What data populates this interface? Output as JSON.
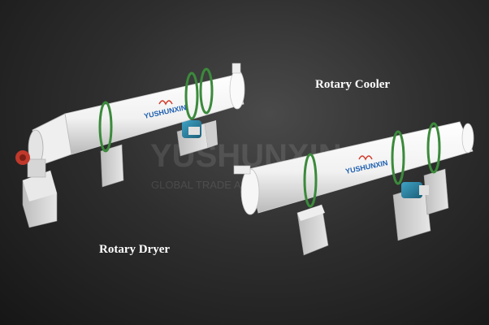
{
  "labels": {
    "cooler": "Rotary Cooler",
    "dryer": "Rotary Dryer"
  },
  "brand": "YUSHUNXIN",
  "watermark": {
    "name": "YUSHUNXIN",
    "tagline": "GLOBAL TRADE AND INDUSTRY"
  },
  "colors": {
    "background": "#2e2e2e",
    "drum": "#f4f4f4",
    "ring": "#3b8a3b",
    "brand_text": "#1e5fb0",
    "base": "#d8d8d8",
    "motor": "#2a7fa0"
  }
}
